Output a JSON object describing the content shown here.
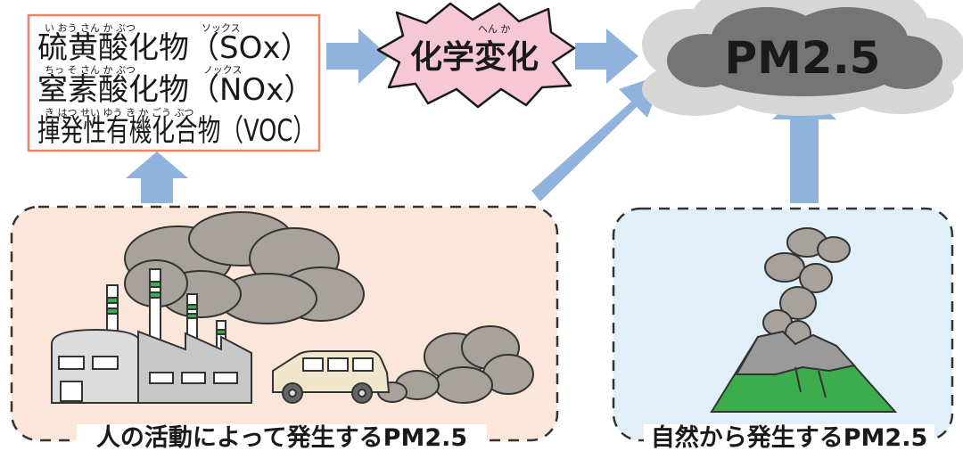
{
  "pollutants": [
    {
      "label": "硫黄酸化物（SOx）",
      "ruby_main": "い おう さん か ぶつ",
      "ruby_abbr": "ソックス"
    },
    {
      "label": "窒素酸化物（NOx）",
      "ruby_main": "ちっ そ さん か ぶつ",
      "ruby_abbr": "ノックス"
    },
    {
      "label": "揮発性有機化合物（VOC）",
      "ruby_main": "き はつ せい ゆう き か ごう ぶつ",
      "ruby_abbr": ""
    }
  ],
  "chemical_change": {
    "label": "化学変化",
    "ruby": "へん か"
  },
  "result": {
    "label": "PM2.5"
  },
  "human_source": {
    "caption": "人の活動によって発生するPM2.5"
  },
  "natural_source": {
    "caption": "自然から発生するPM2.5"
  },
  "colors": {
    "arrow": "#8fb3dc",
    "pollutant_border": "#e8866a",
    "burst_fill": "#f6c8d6",
    "human_bg": "#fbe6d9",
    "natural_bg": "#e0eff8",
    "cloud_dark": "#757575",
    "cloud_light": "#d6d6d6",
    "smoke": "#a8a29c",
    "mountain_green": "#3cac4c"
  }
}
